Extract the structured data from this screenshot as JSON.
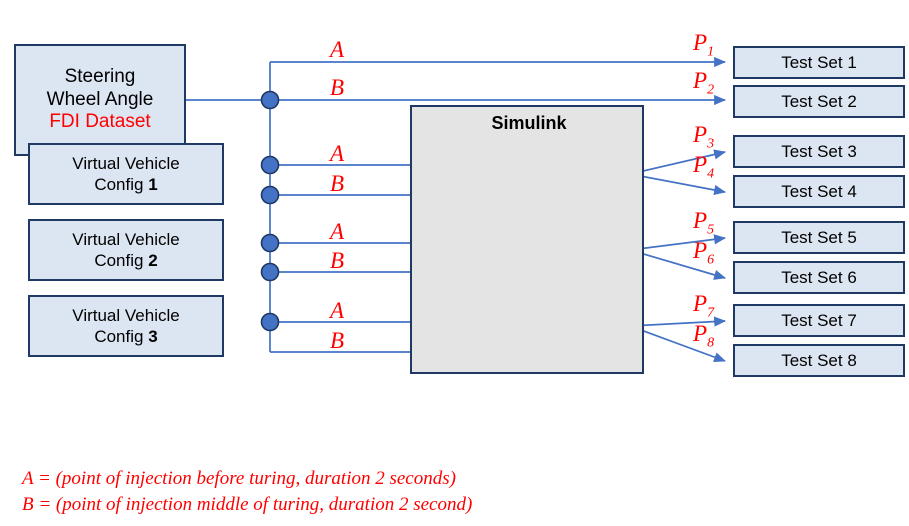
{
  "source": {
    "line1": "Steering",
    "line2": "Wheel Angle",
    "line3": "FDI Dataset"
  },
  "simulink": {
    "title": "Simulink",
    "configs": [
      {
        "line1": "Virtual Vehicle",
        "line2_prefix": "Config ",
        "num": "1"
      },
      {
        "line1": "Virtual Vehicle",
        "line2_prefix": "Config ",
        "num": "2"
      },
      {
        "line1": "Virtual Vehicle",
        "line2_prefix": "Config ",
        "num": "3"
      }
    ]
  },
  "branch_labels": [
    {
      "label": "A"
    },
    {
      "label": "B"
    },
    {
      "label": "A"
    },
    {
      "label": "B"
    },
    {
      "label": "A"
    },
    {
      "label": "B"
    },
    {
      "label": "A"
    },
    {
      "label": "B"
    }
  ],
  "p_labels": [
    {
      "base": "P",
      "sub": "1"
    },
    {
      "base": "P",
      "sub": "2"
    },
    {
      "base": "P",
      "sub": "3"
    },
    {
      "base": "P",
      "sub": "4"
    },
    {
      "base": "P",
      "sub": "5"
    },
    {
      "base": "P",
      "sub": "6"
    },
    {
      "base": "P",
      "sub": "7"
    },
    {
      "base": "P",
      "sub": "8"
    }
  ],
  "test_sets": [
    {
      "label": "Test Set 1"
    },
    {
      "label": "Test Set 2"
    },
    {
      "label": "Test Set 3"
    },
    {
      "label": "Test Set 4"
    },
    {
      "label": "Test Set 5"
    },
    {
      "label": "Test Set 6"
    },
    {
      "label": "Test Set 7"
    },
    {
      "label": "Test Set 8"
    }
  ],
  "legend": {
    "line_a": "A = (point of injection before turing, duration 2 seconds)",
    "line_b": "B = (point of injection middle of turing, duration 2 second)"
  },
  "colors": {
    "box_fill": "#dce6f2",
    "box_border": "#1f3864",
    "container_fill": "#e4e4e4",
    "wire": "#4472c4",
    "accent_red": "#ff0000",
    "text": "#000000"
  }
}
